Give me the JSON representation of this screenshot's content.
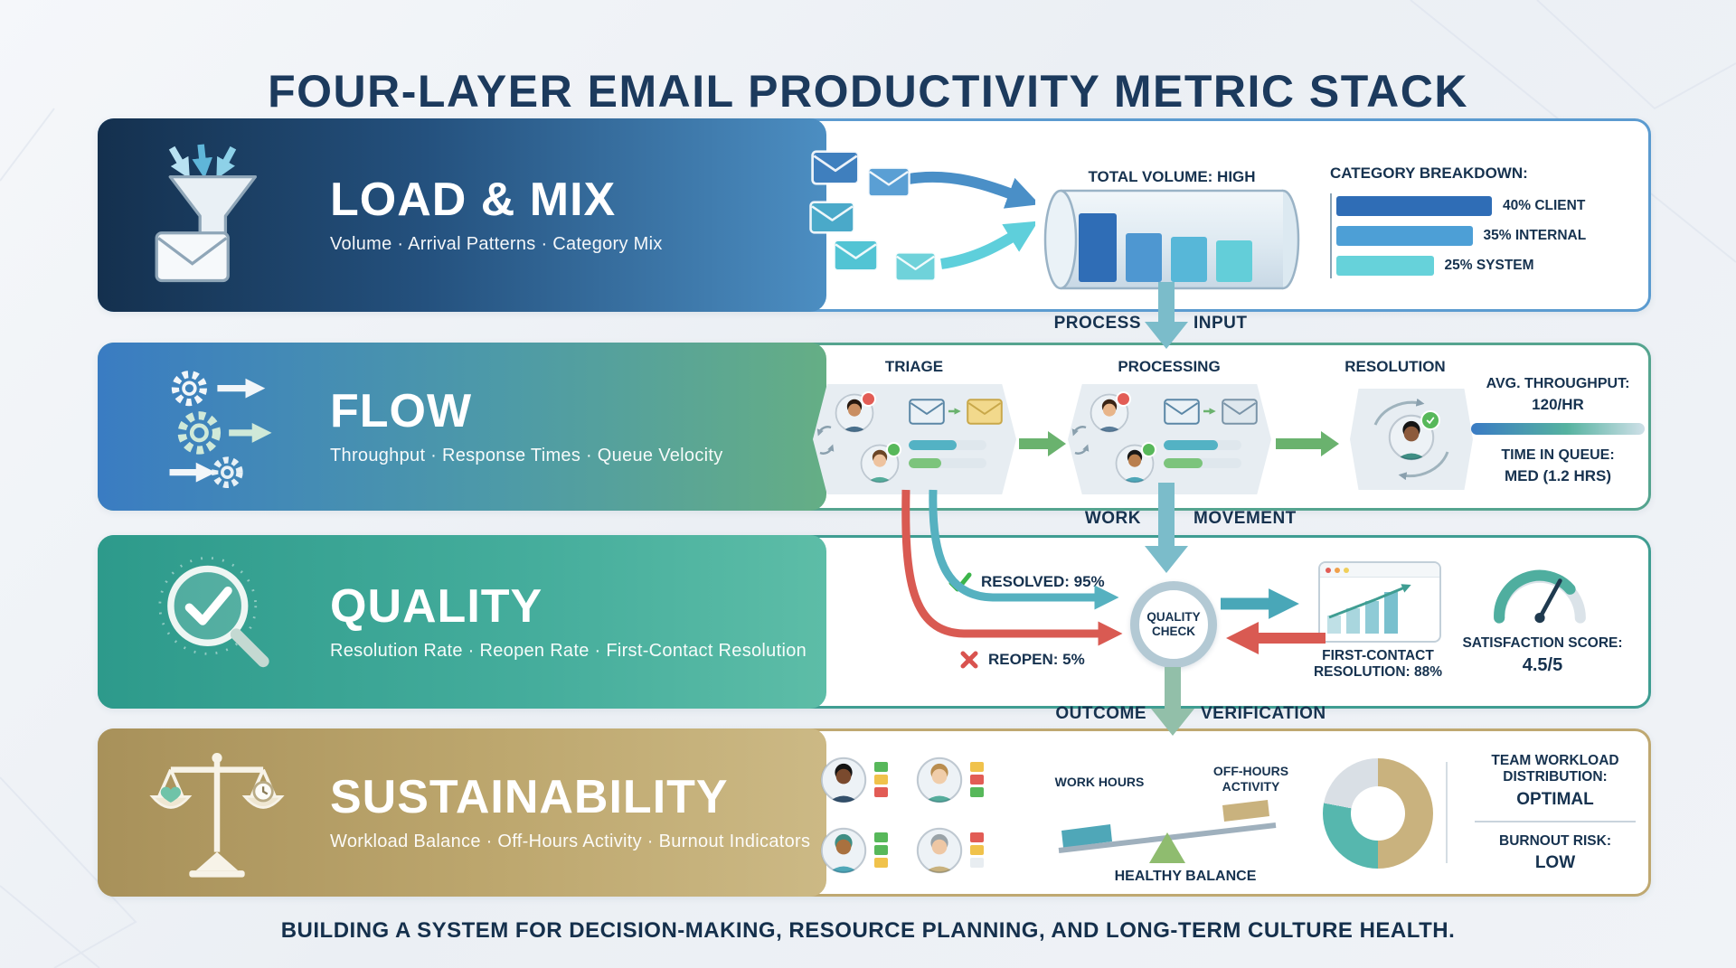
{
  "page": {
    "title": "FOUR-LAYER EMAIL PRODUCTIVITY METRIC STACK",
    "footer": "BUILDING A SYSTEM FOR DECISION-MAKING, RESOURCE PLANNING, AND LONG-TERM CULTURE HEALTH."
  },
  "connectors": [
    {
      "left": "PROCESS",
      "right": "INPUT"
    },
    {
      "left": "WORK",
      "right": "MOVEMENT"
    },
    {
      "left": "OUTCOME",
      "right": "VERIFICATION"
    }
  ],
  "load": {
    "title": "LOAD & MIX",
    "subtitle": "Volume · Arrival Patterns · Category Mix",
    "volume_label": "TOTAL VOLUME: HIGH",
    "breakdown_title": "CATEGORY BREAKDOWN:",
    "breakdown": [
      {
        "label": "40% CLIENT",
        "value": 40,
        "color": "#2f6db6"
      },
      {
        "label": "35% INTERNAL",
        "value": 35,
        "color": "#4d9fd6"
      },
      {
        "label": "25% SYSTEM",
        "value": 25,
        "color": "#66d2da"
      }
    ]
  },
  "flow": {
    "title": "FLOW",
    "subtitle": "Throughput · Response Times · Queue Velocity",
    "stages": [
      {
        "label": "TRIAGE"
      },
      {
        "label": "PROCESSING"
      },
      {
        "label": "RESOLUTION"
      }
    ],
    "throughput_label": "AVG. THROUGHPUT:",
    "throughput_value": "120/HR",
    "queue_label": "TIME IN QUEUE:",
    "queue_value": "MED (1.2 HRS)"
  },
  "quality": {
    "title": "QUALITY",
    "subtitle": "Resolution Rate · Reopen Rate · First-Contact Resolution",
    "resolved": "RESOLVED: 95%",
    "reopen": "REOPEN: 5%",
    "check_line1": "QUALITY",
    "check_line2": "CHECK",
    "fcr_line1": "FIRST-CONTACT",
    "fcr_line2": "RESOLUTION: 88%",
    "sat_label": "SATISFACTION SCORE:",
    "sat_value": "4.5/5"
  },
  "sustainability": {
    "title": "SUSTAINABILITY",
    "subtitle": "Workload Balance · Off-Hours Activity · Burnout Indicators",
    "work_hours": "WORK HOURS",
    "off_hours": "OFF-HOURS ACTIVITY",
    "balance": "HEALTHY BALANCE",
    "dist_line1": "TEAM WORKLOAD",
    "dist_line2": "DISTRIBUTION:",
    "dist_value": "OPTIMAL",
    "burnout_label": "BURNOUT RISK:",
    "burnout_value": "LOW",
    "donut": [
      {
        "color": "#c9b27e",
        "value": 50
      },
      {
        "color": "#56b7ae",
        "value": 28
      },
      {
        "color": "#d9dfe5",
        "value": 22
      }
    ],
    "team": [
      {
        "statuses": [
          "#57b85a",
          "#f0c24b",
          "#e25c55"
        ]
      },
      {
        "statuses": [
          "#f0c24b",
          "#e25c55",
          "#57b85a"
        ]
      },
      {
        "statuses": [
          "#57b85a",
          "#57b85a",
          "#f0c24b"
        ]
      },
      {
        "statuses": [
          "#e25c55",
          "#f0c24b",
          "#e8edf1"
        ]
      }
    ]
  },
  "colors": {
    "layer_load": "#24517e",
    "layer_flow": "#4d9aa8",
    "layer_quality": "#2d9a8b",
    "layer_sustainability": "#bda76e",
    "resolved_green": "#3cb54a",
    "reopen_red": "#d9534f",
    "connector_teal": "#7bbcca"
  },
  "icons": [
    "funnel-intake-icon",
    "gears-flow-icon",
    "magnifier-check-icon",
    "balance-scale-icon",
    "envelope-icon",
    "quality-check-node",
    "trend-chart-icon",
    "satisfaction-gauge",
    "workload-donut",
    "balance-seesaw",
    "team-avatars"
  ]
}
